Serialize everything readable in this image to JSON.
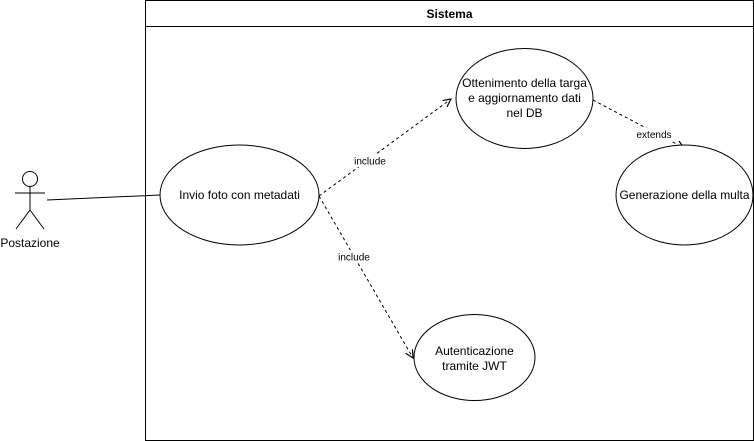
{
  "system": {
    "title": "Sistema"
  },
  "actor": {
    "label": "Postazione"
  },
  "use_cases": {
    "invio": "Invio foto con metadati",
    "ottenimento": [
      "Ottenimento della targa",
      "e aggiornamento dati",
      "nel DB"
    ],
    "generazione": "Generazione della multa",
    "autenticazione": [
      "Autenticazione",
      "tramite JWT"
    ]
  },
  "relations": {
    "include_top": "include",
    "include_bottom": "include",
    "extends": "extends"
  },
  "colors": {
    "stroke": "#000000",
    "fill": "#ffffff",
    "label_bg": "#ffffff"
  }
}
